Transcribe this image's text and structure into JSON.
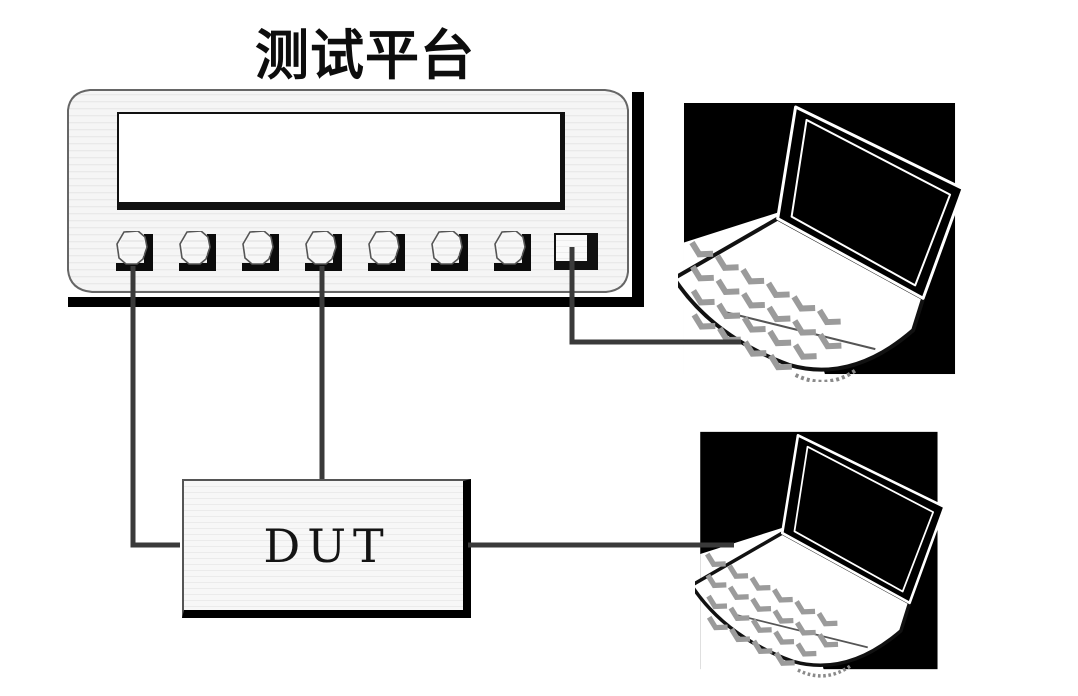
{
  "diagram": {
    "title": "测试平台",
    "platform": {
      "name": "test-platform-instrument",
      "knob_count": 7,
      "port_button_count": 1,
      "display": "blank-screen"
    },
    "dut": {
      "label": "DUT"
    },
    "computers": [
      {
        "id": "laptop-top",
        "type": "laptop"
      },
      {
        "id": "laptop-bottom",
        "type": "laptop"
      }
    ],
    "connections": [
      {
        "from": "platform-knob-1",
        "to": "dut-left"
      },
      {
        "from": "platform-knob-4",
        "to": "dut-top"
      },
      {
        "from": "platform-port-button",
        "to": "laptop-top"
      },
      {
        "from": "dut-right",
        "to": "laptop-bottom"
      }
    ],
    "colors": {
      "line": "#3a3a3a",
      "ink": "#111111",
      "panel_fill": "#f4f4f4",
      "shadow": "#000000"
    }
  }
}
